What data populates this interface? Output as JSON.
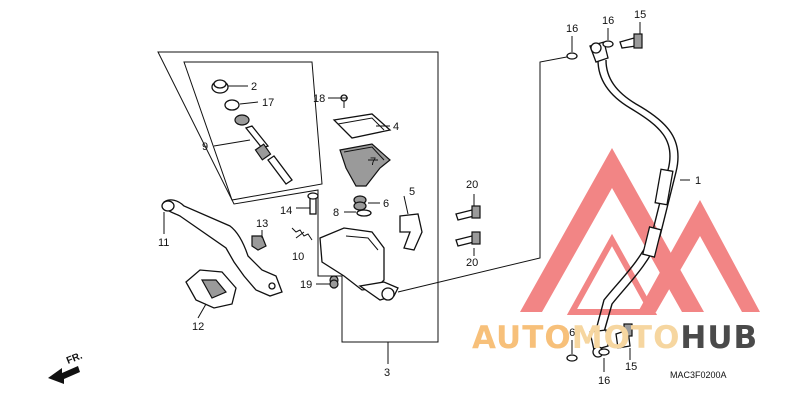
{
  "diagram": {
    "callouts": {
      "c1": "1",
      "c2": "2",
      "c3": "3",
      "c4": "4",
      "c5": "5",
      "c6": "6",
      "c7": "7",
      "c8": "8",
      "c9": "9",
      "c10": "10",
      "c11": "11",
      "c12": "12",
      "c13": "13",
      "c14": "14",
      "c15_top": "15",
      "c15_bottom": "15",
      "c16_top_left": "16",
      "c16_top_right": "16",
      "c16_bottom_left": "16",
      "c16_bottom_right": "16",
      "c17": "17",
      "c18": "18",
      "c19": "19",
      "c20_top": "20",
      "c20_bottom": "20"
    },
    "diagram_code": "MAC3F0200A",
    "forward_indicator": "FR.",
    "watermark": {
      "part1": "AUTO",
      "part2": "MOTO",
      "part3": "HUB",
      "colors": {
        "logo_red": "#f07070",
        "auto": "#f7c07a",
        "moto": "#f6d6a0",
        "hub": "#4a4a4a"
      }
    }
  }
}
